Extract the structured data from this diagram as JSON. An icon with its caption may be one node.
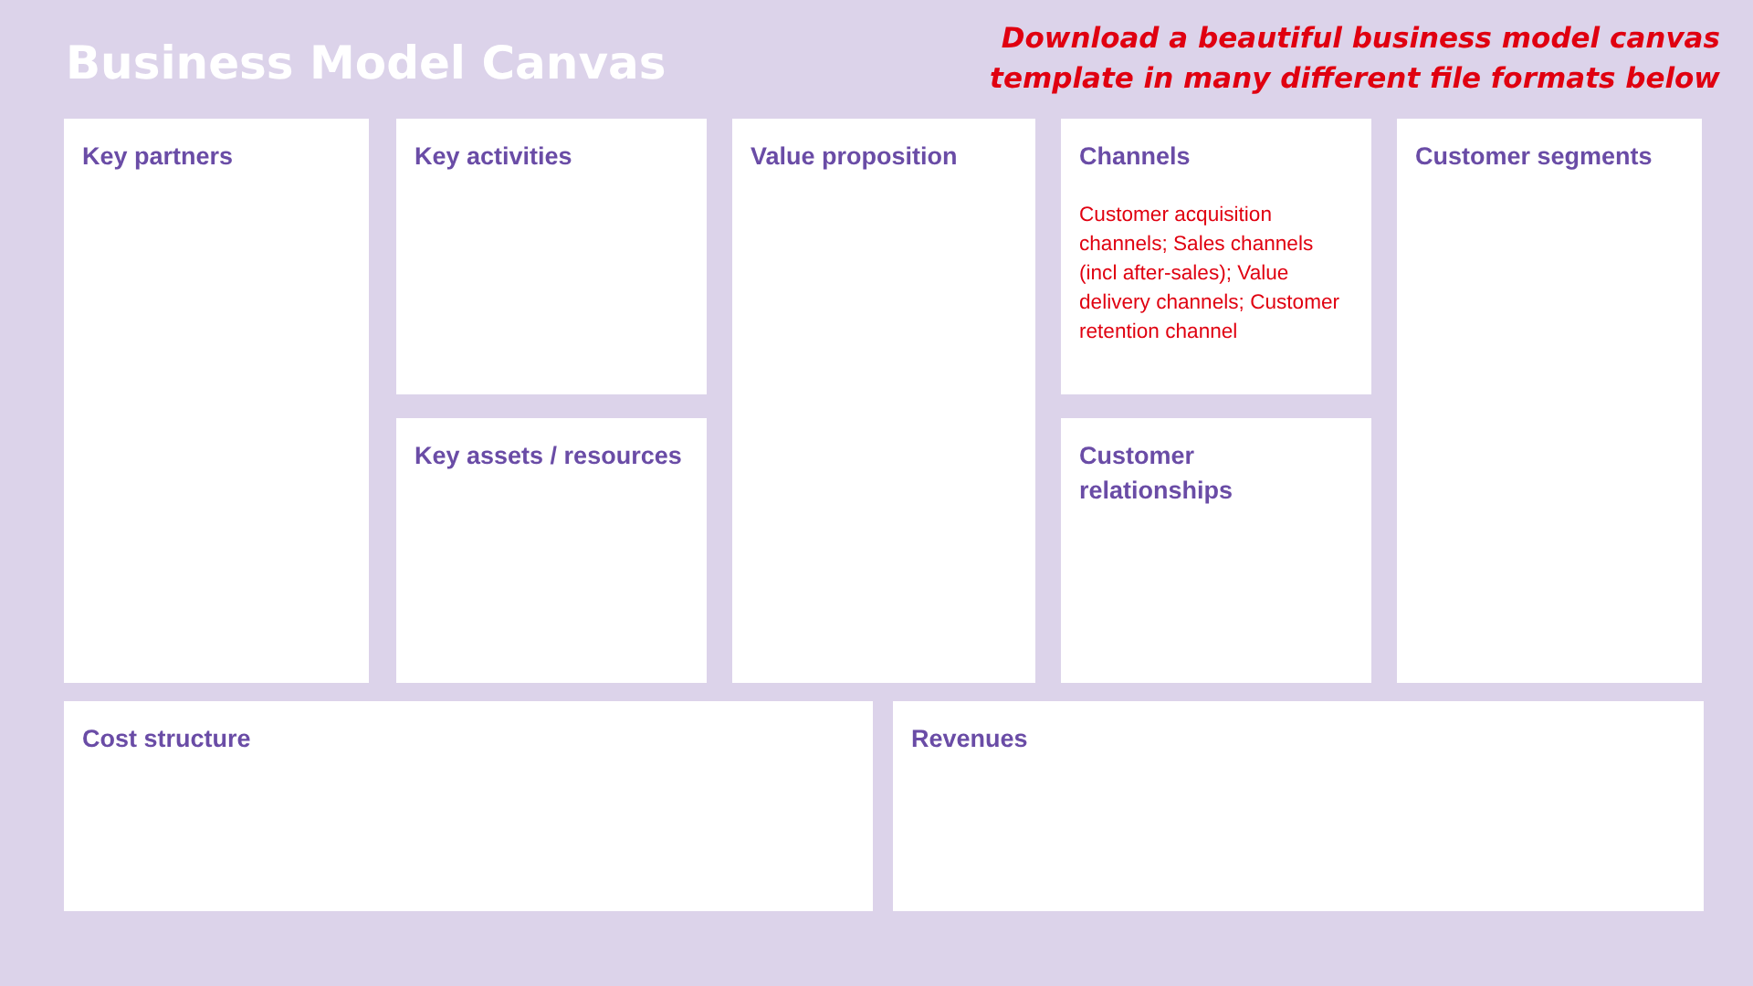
{
  "diagram": {
    "title": "Business Model Canvas",
    "nodes": [
      {
        "text": [
          "Key partners"
        ]
      },
      {
        "text": [
          "Key activities"
        ]
      },
      {
        "text": [
          "Key assets / resources"
        ]
      },
      {
        "text": [
          "Value proposition"
        ]
      },
      {
        "text": [
          "Channels",
          "Customer acquisition channels; Sales channels (incl after-sales); Value delivery channels; Customer retention channel"
        ]
      },
      {
        "text": [
          "Customer relationships"
        ]
      },
      {
        "text": [
          "Customer segments"
        ]
      },
      {
        "text": [
          "Cost structure"
        ]
      },
      {
        "text": [
          "Revenues"
        ]
      }
    ],
    "labels": [
      "Download a beautiful business model canvas template in many different file formats below"
    ]
  }
}
